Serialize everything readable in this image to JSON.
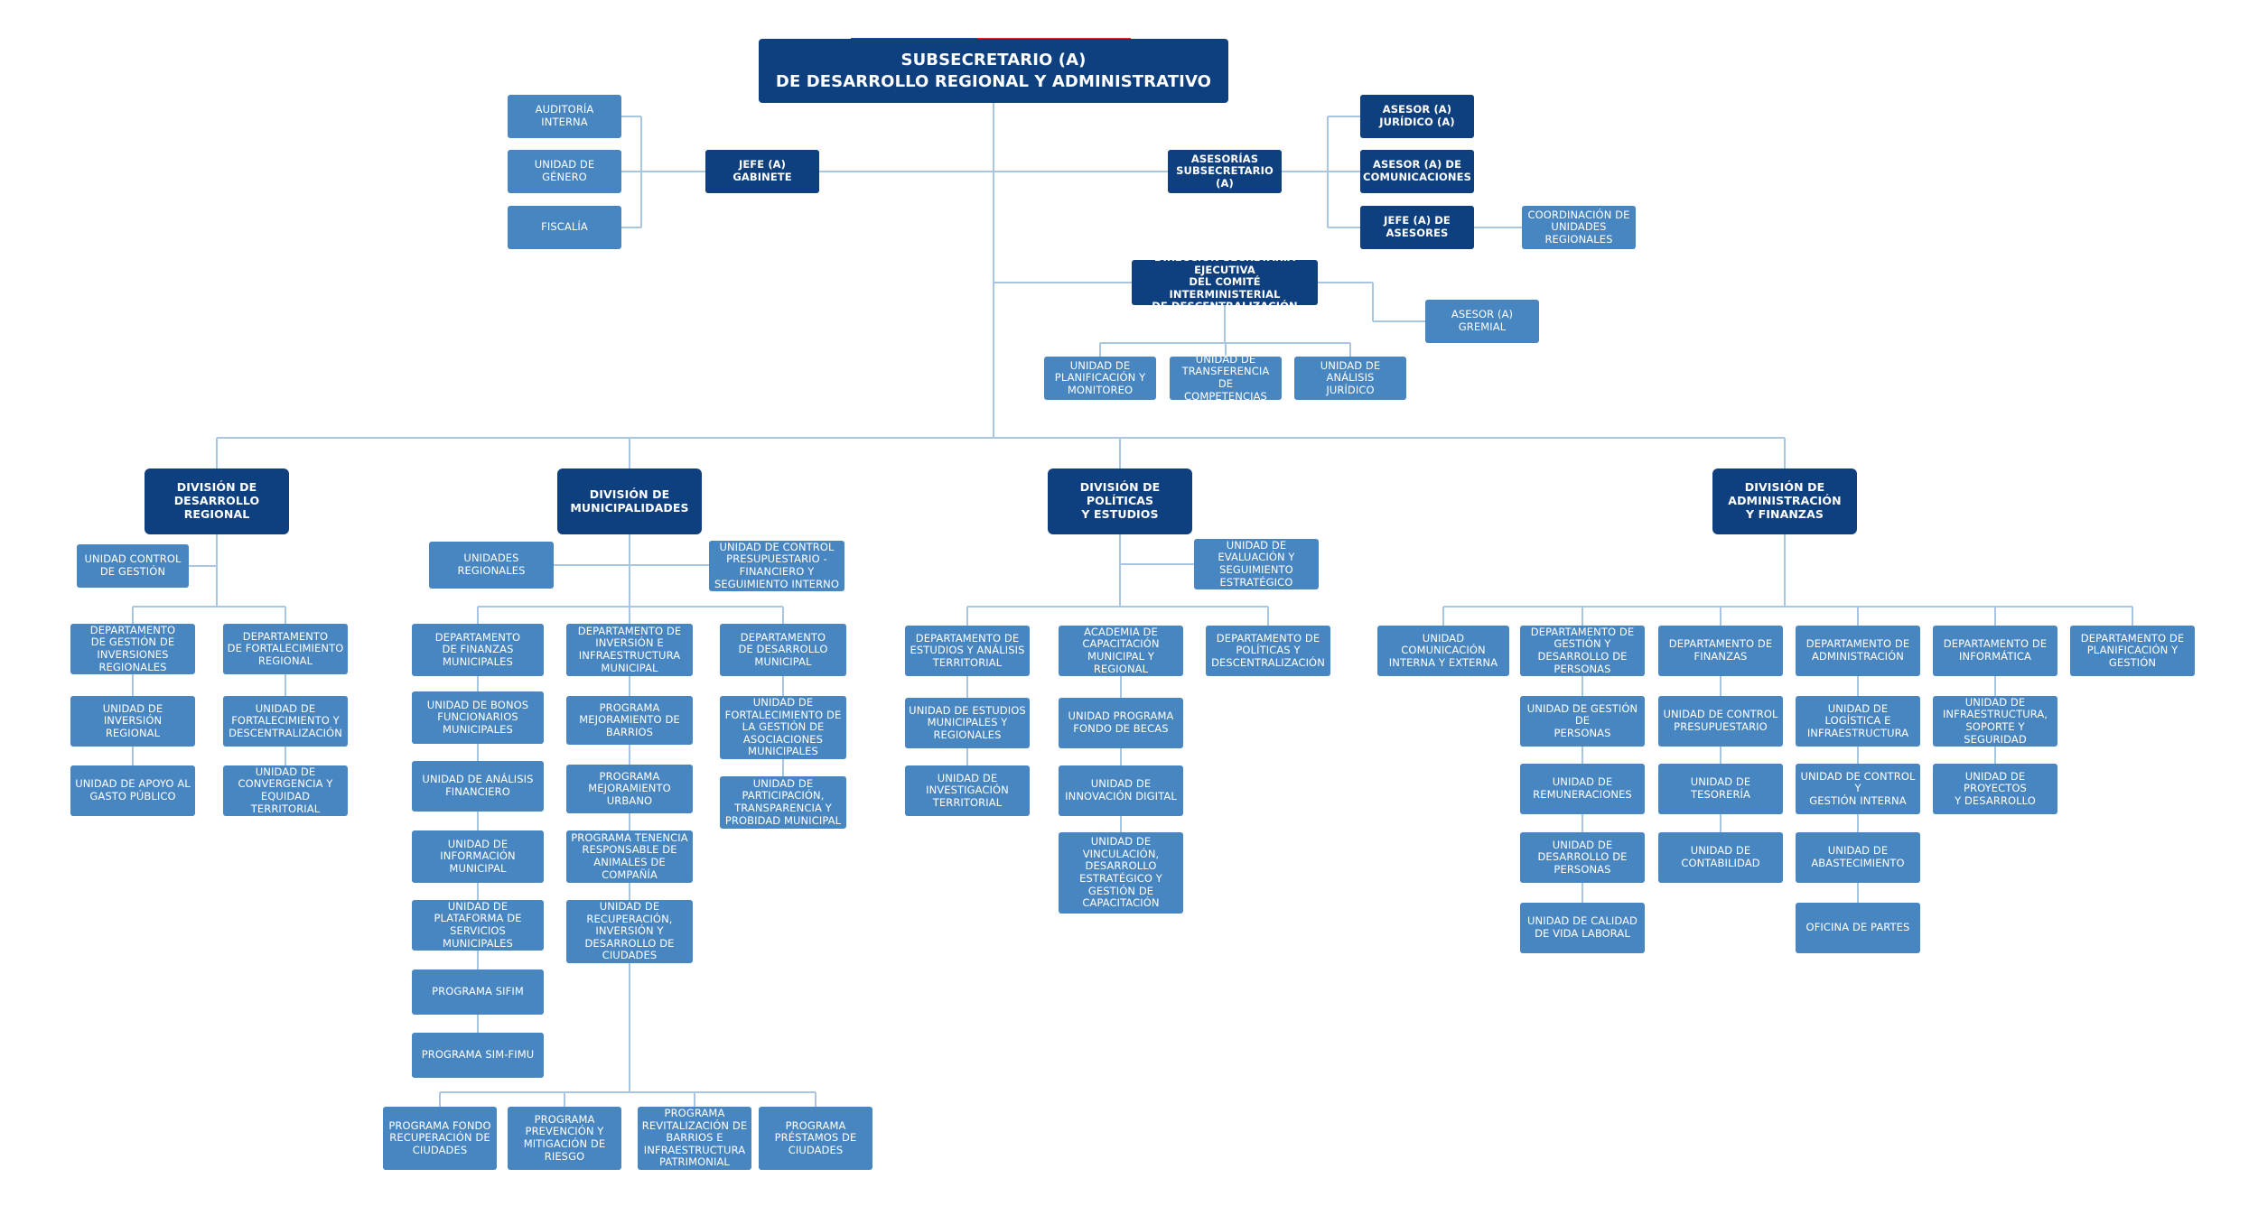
{
  "nodes": [
    {
      "id": "sub",
      "text": "SUBSECRETARIO (A)\nDE DESARROLLO REGIONAL Y ADMINISTRATIVO",
      "kind": "dark"
    },
    {
      "id": "aud",
      "text": "AUDITORÍA INTERNA",
      "kind": "light"
    },
    {
      "id": "gen",
      "text": "UNIDAD DE GÉNERO",
      "kind": "light"
    },
    {
      "id": "fis",
      "text": "FISCALÍA",
      "kind": "light"
    },
    {
      "id": "jefg",
      "text": "JEFE (A) GABINETE",
      "kind": "dark"
    },
    {
      "id": "ases",
      "text": "ASESORÍAS\nSUBSECRETARIO (A)",
      "kind": "dark"
    },
    {
      "id": "asj",
      "text": "ASESOR (A)\nJURÍDICO (A)",
      "kind": "dark"
    },
    {
      "id": "asc",
      "text": "ASESOR (A) DE\nCOMUNICACIONES",
      "kind": "dark"
    },
    {
      "id": "jas",
      "text": "JEFE (A) DE\nASESORES",
      "kind": "dark"
    },
    {
      "id": "cur",
      "text": "COORDINACIÓN DE\nUNIDADES\nREGIONALES",
      "kind": "light"
    },
    {
      "id": "dse",
      "text": "DIRECCIÓN SECRETARÍA EJECUTIVA\nDEL COMITÉ INTERMINISTERIAL\nDE DESCENTRALIZACIÓN",
      "kind": "dark"
    },
    {
      "id": "agr",
      "text": "ASESOR (A) GREMIAL",
      "kind": "light"
    },
    {
      "id": "upm",
      "text": "UNIDAD DE\nPLANIFICACIÓN Y\nMONITOREO",
      "kind": "light"
    },
    {
      "id": "utc",
      "text": "UNIDAD DE\nTRANSFERENCIA DE\nCOMPETENCIAS",
      "kind": "light"
    },
    {
      "id": "uaj",
      "text": "UNIDAD DE ANÁLISIS\nJURÍDICO",
      "kind": "light"
    },
    {
      "id": "ddr",
      "text": "DIVISIÓN DE DESARROLLO\nREGIONAL",
      "kind": "dark"
    },
    {
      "id": "dmu",
      "text": "DIVISIÓN DE\nMUNICIPALIDADES",
      "kind": "dark"
    },
    {
      "id": "dpe",
      "text": "DIVISIÓN DE POLÍTICAS\nY ESTUDIOS",
      "kind": "dark"
    },
    {
      "id": "daf",
      "text": "DIVISIÓN DE\nADMINISTRACIÓN\nY FINANZAS",
      "kind": "dark"
    },
    {
      "id": "ucg",
      "text": "UNIDAD CONTROL\nDE GESTIÓN",
      "kind": "light"
    },
    {
      "id": "dgi",
      "text": "DEPARTAMENTO\nDE GESTIÓN DE\nINVERSIONES\nREGIONALES",
      "kind": "light"
    },
    {
      "id": "dfr",
      "text": "DEPARTAMENTO\nDE FORTALECIMIENTO\nREGIONAL",
      "kind": "light"
    },
    {
      "id": "uir",
      "text": "UNIDAD DE\nINVERSIÓN\nREGIONAL",
      "kind": "light"
    },
    {
      "id": "ufd",
      "text": "UNIDAD DE\nFORTALECIMIENTO Y\nDESCENTRALIZACIÓN",
      "kind": "light"
    },
    {
      "id": "uag",
      "text": "UNIDAD DE APOYO AL\nGASTO PÚBLICO",
      "kind": "light"
    },
    {
      "id": "uce",
      "text": "UNIDAD DE\nCONVERGENCIA Y\nEQUIDAD TERRITORIAL",
      "kind": "light"
    },
    {
      "id": "ure",
      "text": "UNIDADES REGIONALES",
      "kind": "light"
    },
    {
      "id": "ucp",
      "text": "UNIDAD DE CONTROL\nPRESUPUESTARIO -\nFINANCIERO Y\nSEGUIMIENTO INTERNO",
      "kind": "light"
    },
    {
      "id": "dfm",
      "text": "DEPARTAMENTO\nDE FINANZAS\nMUNICIPALES",
      "kind": "light"
    },
    {
      "id": "dii",
      "text": "DEPARTAMENTO DE\nINVERSIÓN E\nINFRAESTRUCTURA\nMUNICIPAL",
      "kind": "light"
    },
    {
      "id": "ddm",
      "text": "DEPARTAMENTO\nDE DESARROLLO\nMUNICIPAL",
      "kind": "light"
    },
    {
      "id": "ubf",
      "text": "UNIDAD DE BONOS\nFUNCIONARIOS\nMUNICIPALES",
      "kind": "light"
    },
    {
      "id": "pmb",
      "text": "PROGRAMA\nMEJORAMIENTO DE\nBARRIOS",
      "kind": "light"
    },
    {
      "id": "ufga",
      "text": "UNIDAD DE\nFORTALECIMIENTO DE\nLA GESTIÓN DE\nASOCIACIONES\nMUNICIPALES",
      "kind": "light"
    },
    {
      "id": "uaf",
      "text": "UNIDAD DE ANÁLISIS\nFINANCIERO",
      "kind": "light"
    },
    {
      "id": "pmu",
      "text": "PROGRAMA\nMEJORAMIENTO\nURBANO",
      "kind": "light"
    },
    {
      "id": "upt",
      "text": "UNIDAD DE\nPARTICIPACIÓN,\nTRANSPARENCIA Y\nPROBIDAD MUNICIPAL",
      "kind": "light"
    },
    {
      "id": "uim",
      "text": "UNIDAD DE\nINFORMACIÓN\nMUNICIPAL",
      "kind": "light"
    },
    {
      "id": "ptr",
      "text": "PROGRAMA TENENCIA\nRESPONSABLE DE\nANIMALES DE\nCOMPAÑÍA",
      "kind": "light"
    },
    {
      "id": "ups",
      "text": "UNIDAD DE\nPLATAFORMA DE\nSERVICIOS MUNICIPALES",
      "kind": "light"
    },
    {
      "id": "uri",
      "text": "UNIDAD DE\nRECUPERACIÓN,\nINVERSIÓN Y\nDESARROLLO DE\nCIUDADES",
      "kind": "light"
    },
    {
      "id": "psf",
      "text": "PROGRAMA SIFIM",
      "kind": "light"
    },
    {
      "id": "psm",
      "text": "PROGRAMA SIM-FIMU",
      "kind": "light"
    },
    {
      "id": "pfr",
      "text": "PROGRAMA FONDO\nRECUPERACIÓN DE\nCIUDADES",
      "kind": "light"
    },
    {
      "id": "ppm",
      "text": "PROGRAMA\nPREVENCIÓN Y\nMITIGACIÓN DE\nRIESGO",
      "kind": "light"
    },
    {
      "id": "prb",
      "text": "PROGRAMA\nREVITALIZACIÓN DE\nBARRIOS E\nINFRAESTRUCTURA\nPATRIMONIAL",
      "kind": "light"
    },
    {
      "id": "ppc",
      "text": "PROGRAMA\nPRÉSTAMOS DE\nCIUDADES",
      "kind": "light"
    },
    {
      "id": "ues",
      "text": "UNIDAD DE\nEVALUACIÓN Y\nSEGUIMIENTO\nESTRATÉGICO",
      "kind": "light"
    },
    {
      "id": "dea",
      "text": "DEPARTAMENTO DE\nESTUDIOS Y ANÁLISIS\nTERRITORIAL",
      "kind": "light"
    },
    {
      "id": "acm",
      "text": "ACADEMIA DE\nCAPACITACIÓN\nMUNICIPAL Y REGIONAL",
      "kind": "light"
    },
    {
      "id": "dpd",
      "text": "DEPARTAMENTO DE\nPOLÍTICAS Y\nDESCENTRALIZACIÓN",
      "kind": "light"
    },
    {
      "id": "uem",
      "text": "UNIDAD DE ESTUDIOS\nMUNICIPALES Y\nREGIONALES",
      "kind": "light"
    },
    {
      "id": "upf",
      "text": "UNIDAD PROGRAMA\nFONDO DE BECAS",
      "kind": "light"
    },
    {
      "id": "uit",
      "text": "UNIDAD DE\nINVESTIGACIÓN\nTERRITORIAL",
      "kind": "light"
    },
    {
      "id": "uid",
      "text": "UNIDAD DE\nINNOVACIÓN DIGITAL",
      "kind": "light"
    },
    {
      "id": "uvd",
      "text": "UNIDAD DE\nVINCULACIÓN,\nDESARROLLO\nESTRATÉGICO Y\nGESTIÓN DE\nCAPACITACIÓN",
      "kind": "light"
    },
    {
      "id": "uci",
      "text": "UNIDAD COMUNICACIÓN\nINTERNA Y EXTERNA",
      "kind": "light"
    },
    {
      "id": "dgp",
      "text": "DEPARTAMENTO DE\nGESTIÓN Y\nDESARROLLO DE\nPERSONAS",
      "kind": "light"
    },
    {
      "id": "dfi",
      "text": "DEPARTAMENTO DE\nFINANZAS",
      "kind": "light"
    },
    {
      "id": "dad",
      "text": "DEPARTAMENTO DE\nADMINISTRACIÓN",
      "kind": "light"
    },
    {
      "id": "din",
      "text": "DEPARTAMENTO DE\nINFORMÁTICA",
      "kind": "light"
    },
    {
      "id": "dpg",
      "text": "DEPARTAMENTO DE\nPLANIFICACIÓN Y\nGESTIÓN",
      "kind": "light"
    },
    {
      "id": "ugp",
      "text": "UNIDAD DE GESTIÓN DE\nPERSONAS",
      "kind": "light"
    },
    {
      "id": "ucpr",
      "text": "UNIDAD DE CONTROL\nPRESUPUESTARIO",
      "kind": "light"
    },
    {
      "id": "uli",
      "text": "UNIDAD DE LOGÍSTICA E\nINFRAESTRUCTURA",
      "kind": "light"
    },
    {
      "id": "uiss",
      "text": "UNIDAD DE\nINFRAESTRUCTURA,\nSOPORTE Y SEGURIDAD",
      "kind": "light"
    },
    {
      "id": "urem",
      "text": "UNIDAD DE\nREMUNERACIONES",
      "kind": "light"
    },
    {
      "id": "ute",
      "text": "UNIDAD DE TESORERÍA",
      "kind": "light"
    },
    {
      "id": "ucgi",
      "text": "UNIDAD DE CONTROL Y\nGESTIÓN INTERNA",
      "kind": "light"
    },
    {
      "id": "upd",
      "text": "UNIDAD DE PROYECTOS\nY DESARROLLO",
      "kind": "light"
    },
    {
      "id": "udp",
      "text": "UNIDAD DE\nDESARROLLO DE\nPERSONAS",
      "kind": "light"
    },
    {
      "id": "uco",
      "text": "UNIDAD DE\nCONTABILIDAD",
      "kind": "light"
    },
    {
      "id": "uab",
      "text": "UNIDAD DE\nABASTECIMIENTO",
      "kind": "light"
    },
    {
      "id": "ucv",
      "text": "UNIDAD DE CALIDAD\nDE VIDA LABORAL",
      "kind": "light"
    },
    {
      "id": "ofp",
      "text": "OFICINA DE PARTES",
      "kind": "light"
    }
  ],
  "colors": {
    "dark_box": "#0e3f7e",
    "light_box": "#4886c2",
    "line": "#a8c6e2",
    "flag_blue": "#1a4c9c",
    "flag_red": "#e3262d"
  }
}
